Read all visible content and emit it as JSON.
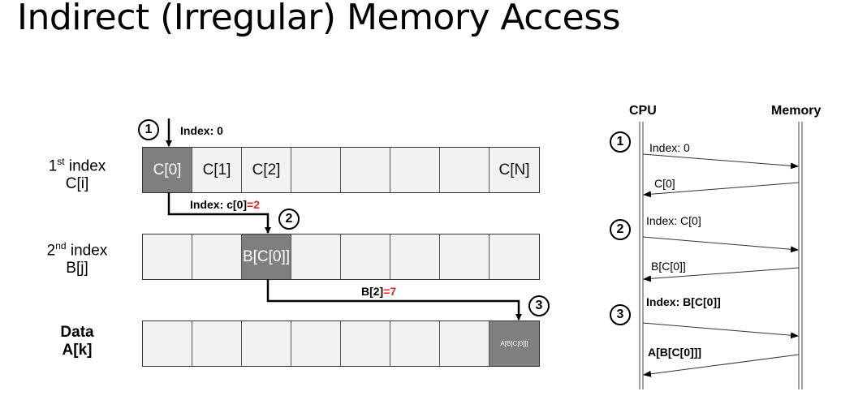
{
  "title": "Indirect (Irregular) Memory Access",
  "rows": [
    {
      "label_num": "1",
      "label_sup": "st",
      "label_rest": " index",
      "label_var": "C[i]",
      "cells": [
        "C[0]",
        "C[1]",
        "C[2]",
        "",
        "",
        "",
        "",
        "C[N]"
      ],
      "highlight": 0
    },
    {
      "label_num": "2",
      "label_sup": "nd",
      "label_rest": " index",
      "label_var": "B[j]",
      "cells": [
        "",
        "",
        "B[C[0]]",
        "",
        "",
        "",
        "",
        ""
      ],
      "highlight": 2
    },
    {
      "label_line1": "Data",
      "label_var": "A[k]",
      "cells": [
        "",
        "",
        "",
        "",
        "",
        "",
        "",
        "A[B[C[0]]]"
      ],
      "highlight": 7
    }
  ],
  "steps": [
    {
      "num": "1",
      "label": "Index: 0"
    },
    {
      "num": "2",
      "label_prefix": "Index: c[0]",
      "label_eq": "=",
      "label_value": "2"
    },
    {
      "num": "3",
      "label_prefix": "B[2]",
      "label_eq": "=",
      "label_value": "7"
    }
  ],
  "sequence": {
    "cpu_label": "CPU",
    "memory_label": "Memory",
    "steps": [
      "1",
      "2",
      "3"
    ],
    "messages": [
      {
        "text": "Index: 0",
        "direction": "to-memory"
      },
      {
        "text": "C[0]",
        "direction": "to-cpu"
      },
      {
        "text": "Index: C[0]",
        "direction": "to-memory"
      },
      {
        "text": "B[C[0]]",
        "direction": "to-cpu"
      },
      {
        "text": "Index: B[C[0]]",
        "direction": "to-memory",
        "bold": true
      },
      {
        "text": "A[B[C[0]]]",
        "direction": "to-cpu",
        "bold": true
      }
    ]
  },
  "colors": {
    "highlight": "#7f7f7f",
    "cell": "#f2f2f2",
    "accent_value": "#e0262a"
  }
}
